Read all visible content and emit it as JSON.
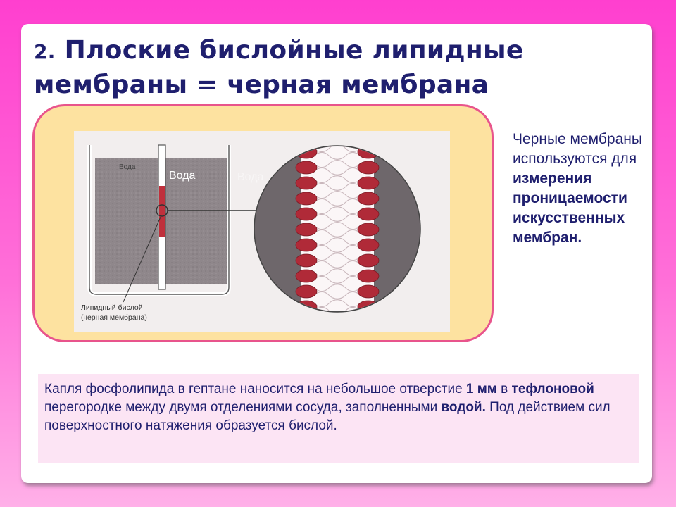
{
  "title": {
    "number": "2.",
    "line1": "Плоские бислойные липидные",
    "line2": "мембраны =  черная мембрана"
  },
  "figure": {
    "label_left": "Вода",
    "label_middle": "Вода",
    "label_right": "Вода",
    "caption_line1": "Липидный бислой",
    "caption_line2": "(черная мембрана)"
  },
  "side_text": {
    "normal": "Черные мембраны используются для",
    "bold": "измерения проницаемости искусственных мембран."
  },
  "bottom_text": {
    "p1": " Капля фосфолипида в гептане  наносится на небольшое отверстие ",
    "b1": "1 мм",
    "p2": " в ",
    "b2": "тефлоновой",
    "p3": " перегородке между двумя отделениями сосуда, заполненными ",
    "b3": "водой.",
    "p4": " Под действием сил поверхностного натяжения образуется бислой."
  },
  "colors": {
    "background": "#ff4fd4",
    "title": "#1f1f6e",
    "frame_fill": "#fde2a0",
    "frame_border": "#e8548c",
    "lipid_head": "#b02a38",
    "text_box": "#fce4f4"
  }
}
